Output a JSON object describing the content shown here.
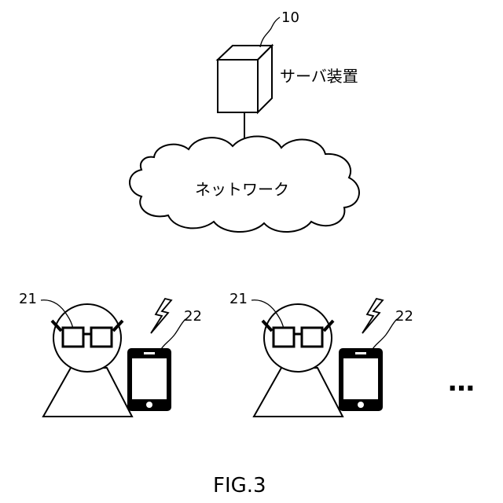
{
  "server": {
    "ref": "10",
    "label": "サーバ装置"
  },
  "network": {
    "label": "ネットワーク"
  },
  "groups": [
    {
      "glasses_ref": "21",
      "phone_ref": "22"
    },
    {
      "glasses_ref": "21",
      "phone_ref": "22"
    }
  ],
  "ellipsis": "…",
  "caption": "FIG.3"
}
